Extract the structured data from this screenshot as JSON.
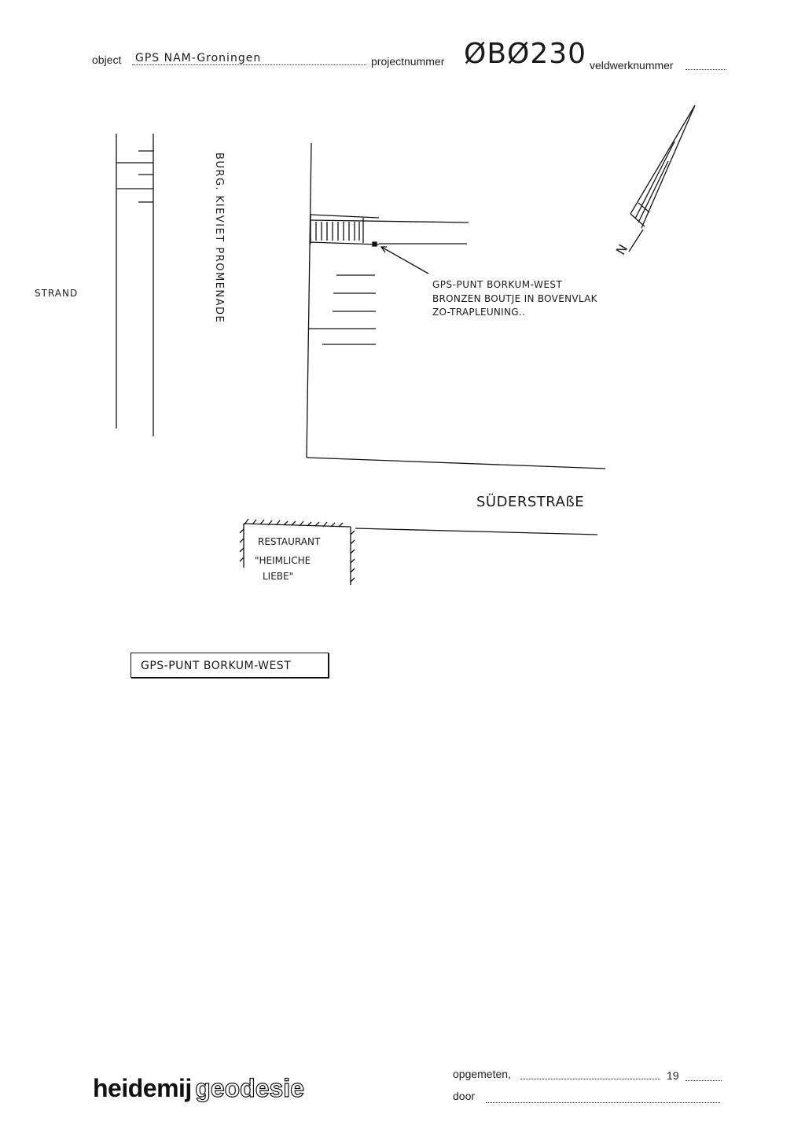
{
  "header": {
    "object_label": "object",
    "object_value": "GPS NAM-Groningen",
    "project_label": "projectnummer",
    "project_value": "ØBØ230",
    "field_label": "veldwerknummer",
    "field_value": ""
  },
  "sketch": {
    "strand": "STRAND",
    "promenade": "BURG. KIEVIET PROMENADE",
    "north": "N",
    "street": "SÜDERSTRAßE",
    "gps_note": {
      "line1": "GPS-PUNT BORKUM-WEST",
      "line2": "BRONZEN BOUTJE IN BOVENVLAK",
      "line3": "ZO-TRAPLEUNING.."
    },
    "restaurant": {
      "line1": "RESTAURANT",
      "line2": "\"HEIMLICHE",
      "line3": "LIEBE\""
    },
    "title_box": "GPS-PUNT BORKUM-WEST"
  },
  "footer": {
    "brand_primary": "heidemij",
    "brand_secondary": "geodesie",
    "measured_label": "opgemeten,",
    "year_prefix": "19",
    "by_label": "door"
  }
}
